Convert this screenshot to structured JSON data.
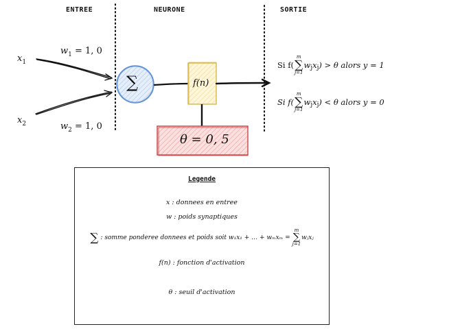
{
  "headers": {
    "input": "ENTREE",
    "neuron": "NEURONE",
    "output": "SORTIE"
  },
  "inputs": [
    {
      "var": "x",
      "index": "1",
      "weight_var": "w",
      "weight_index": "1",
      "weight_value": "= 1, 0"
    },
    {
      "var": "x",
      "index": "2",
      "weight_var": "w",
      "weight_index": "2",
      "weight_value": "= 1, 0"
    }
  ],
  "neuron": {
    "sum_symbol": "∑",
    "activation": "f(n)",
    "threshold": "θ = 0, 5"
  },
  "output_rules": [
    {
      "prefix": "Si f(",
      "sum_upper": "m",
      "sum_lower": "j=1",
      "term": "w",
      "term_sub": "j",
      "term2": "x",
      "term2_sub": "j",
      "suffix": ") > θ alors y = 1"
    },
    {
      "prefix": "Si f(",
      "sum_upper": "m",
      "sum_lower": "j=1",
      "term": "w",
      "term_sub": "j",
      "term2": "x",
      "term2_sub": "j",
      "suffix": ") < θ alors y = 0"
    }
  ],
  "legend": {
    "title": "Legende",
    "items": {
      "x": "x : donnees en entree",
      "w": "w : poids synaptiques",
      "sum_symbol": "∑",
      "sum_text": ": somme ponderee donnees et poids soit w₁x₁ + … + wₘxₘ =",
      "sum_upper": "m",
      "sum_lower": "j=1",
      "sum_term": "wⱼxⱼ",
      "f": "f(n) : fonction d'activation",
      "theta": "θ : seuil d'activation"
    }
  },
  "colors": {
    "sum_node": "#5b8fd6",
    "sum_fill": "#dbe8f8",
    "activation_node": "#d8b84a",
    "activation_fill": "#fbf1c8",
    "threshold_node": "#c94545",
    "threshold_fill": "#f5c8c8",
    "lines": "#111111"
  }
}
